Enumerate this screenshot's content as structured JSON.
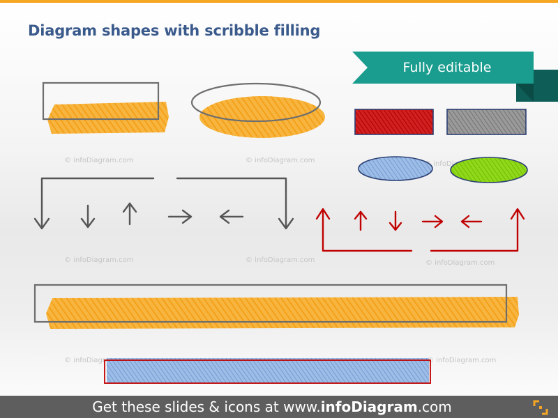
{
  "slide": {
    "title": "Diagram shapes with scribble filling",
    "ribbon_label": "Fully editable"
  },
  "watermark": {
    "text": "© infoDiagram.com"
  },
  "footer": {
    "prefix": "Get these slides & icons at www.",
    "brand": "infoDiagram",
    "suffix": ".com"
  },
  "colors": {
    "orange": "#f5a623",
    "teal": "#1a9c8e",
    "teal_dark": "#0e5e57",
    "red": "#c00000",
    "gray": "#7a7a7a",
    "blue": "#7fa8dc",
    "green": "#7ccc00",
    "arrow_gray": "#555555",
    "arrow_red": "#c00000",
    "title_blue": "#3a5a8c",
    "footer_bg": "#5e5e5e"
  },
  "icons": {
    "arrow_set_gray": [
      "arrow-down-icon",
      "arrow-down-icon",
      "arrow-up-icon",
      "arrow-right-icon",
      "arrow-left-icon",
      "arrow-down-icon"
    ],
    "arrow_set_red": [
      "arrow-up-icon",
      "arrow-up-icon",
      "arrow-down-icon",
      "arrow-right-icon",
      "arrow-left-icon",
      "arrow-up-icon"
    ],
    "logo": "infodiagram-logo-icon"
  }
}
